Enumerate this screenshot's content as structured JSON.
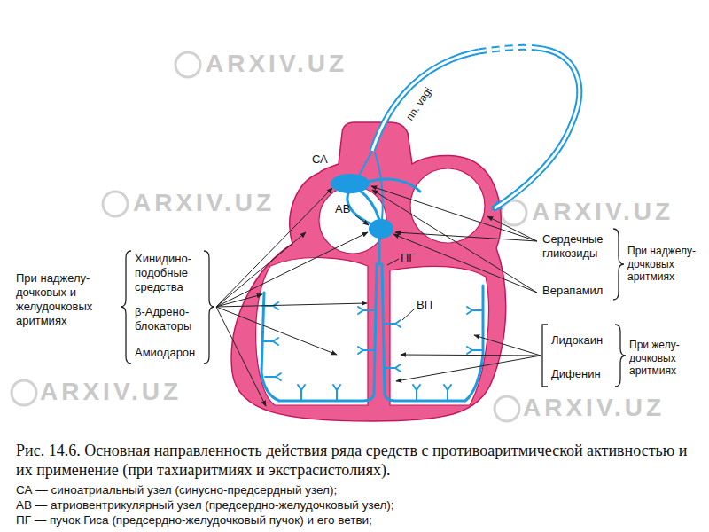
{
  "diagram": {
    "caption": "Рис. 14.6. Основная направленность действия ряда средств с противоаритмической активностью и их применение (при тахиаритмиях и экстрасистолиях).",
    "labels": [
      "nn. vagi",
      "СА",
      "АВ",
      "ПГ",
      "ВП",
      "При наджелу- дочковых и желудочковых аритмиях",
      "Хинидино- подобные средства",
      "β-Адрено- блокаторы",
      "Амиодарон",
      "Сердечные гликозиды",
      "Верапамил",
      "При наджелу- дочковых аритмиях",
      "Лидокаин",
      "Дифенин",
      "При желу- дочковых аритмиях",
      "СА — синоатриальный узел (синусно-предсердный узел);",
      "АВ — атриовентрикулярный узел (предсердно-желудочковый узел);",
      "ПГ — пучок Гиса (предсердно-желудочковый пучок) и его ветви;",
      "ARXIV.UZ",
      "ARXIV.UZ",
      "ARXIV.UZ",
      "ARXIV.UZ",
      "ARXIV.UZ"
    ]
  }
}
